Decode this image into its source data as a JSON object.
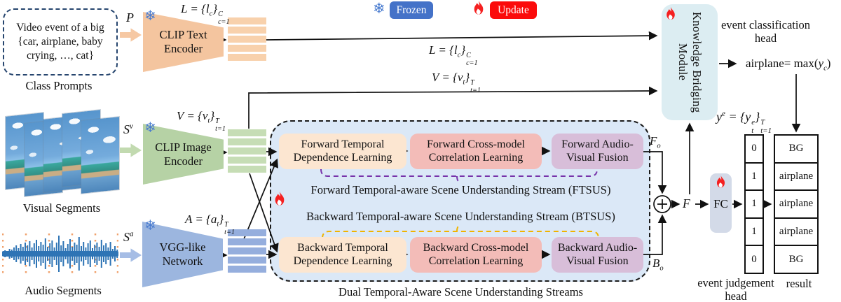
{
  "legend": {
    "frozen": "Frozen",
    "update": "Update"
  },
  "icons": {
    "snowflake": "❄"
  },
  "class_prompts": {
    "lines": [
      "Video event of a big",
      "{car, airplane, baby",
      "crying, …, cat}"
    ],
    "caption": "Class Prompts"
  },
  "encoders": {
    "text": {
      "line1": "CLIP Text",
      "line2": "Encoder"
    },
    "image": {
      "line1": "CLIP Image",
      "line2": "Encoder"
    },
    "audio": {
      "line1": "VGG-like",
      "line2": "Network"
    }
  },
  "segments": {
    "visual_caption": "Visual Segments",
    "audio_caption": "Audio Segments"
  },
  "math": {
    "P": "P",
    "S_v": {
      "base": "S",
      "sup": "v"
    },
    "S_a": {
      "base": "S",
      "sup": "a"
    },
    "L": {
      "pre": "L = {l",
      "sub": "c",
      "close": "}",
      "upper": "C",
      "lower": "c=1"
    },
    "V": {
      "pre": "V = {v",
      "sub": "t",
      "close": "}",
      "upper": "T",
      "lower": "t=1"
    },
    "A": {
      "pre": "A = {a",
      "sub": "t",
      "close": "}",
      "upper": "T",
      "lower": "t=1"
    },
    "F_o": {
      "base": "F",
      "sub": "o"
    },
    "B_o": {
      "base": "B",
      "sub": "o"
    },
    "F": "F",
    "FC": "FC",
    "y_e": {
      "base": "y",
      "base_sup": "e",
      "mid": " = {y",
      "inner_sup": "e",
      "inner_sub": "t",
      "close": "}",
      "upper": "T",
      "lower": "t=1"
    },
    "classification": {
      "pre": "airplane= max(",
      "var": "y",
      "sub": "c",
      "close": ")"
    }
  },
  "dual_streams": {
    "caption": "Dual Temporal-Aware Scene Understanding Streams",
    "forward": {
      "caption": "Forward Temporal-aware Scene Understanding Stream (FTSUS)",
      "boxes": [
        "Forward Temporal Dependence Learning",
        "Forward Cross-model Correlation Learning",
        "Forward Audio-Visual Fusion"
      ]
    },
    "backward": {
      "caption": "Backward Temporal-aware Scene Understanding Stream (BTSUS)",
      "boxes": [
        "Backward Temporal Dependence Learning",
        "Backward Cross-model Correlation Learning",
        "Backward Audio-Visual Fusion"
      ]
    }
  },
  "kbm": {
    "label": "Knowledge Bridging Module"
  },
  "heads": {
    "classification": "event classification head",
    "judgement": "event judgement head",
    "result": "result"
  },
  "judgement_values": [
    "0",
    "1",
    "1",
    "1",
    "0"
  ],
  "result_values": [
    "BG",
    "airplane",
    "airplane",
    "airplane",
    "BG"
  ],
  "colors": {
    "frozen_blue": "#4472c8",
    "update_red": "#fb0b0b",
    "text_encoder": "#f4c59f",
    "image_encoder": "#b6d2a5",
    "audio_encoder": "#9cb6df",
    "text_bars": "#f8d1ac",
    "image_bars": "#c6ddb5",
    "audio_bars": "#95aedd",
    "dual_bg": "#dbe8f7",
    "kbm_bg": "#dcedf2",
    "stage1": "#fce6d1",
    "stage2": "#f3bcb8",
    "stage3": "#d8bed9",
    "ftsus_brace": "#7733aa",
    "btsus_brace": "#f0b400"
  }
}
